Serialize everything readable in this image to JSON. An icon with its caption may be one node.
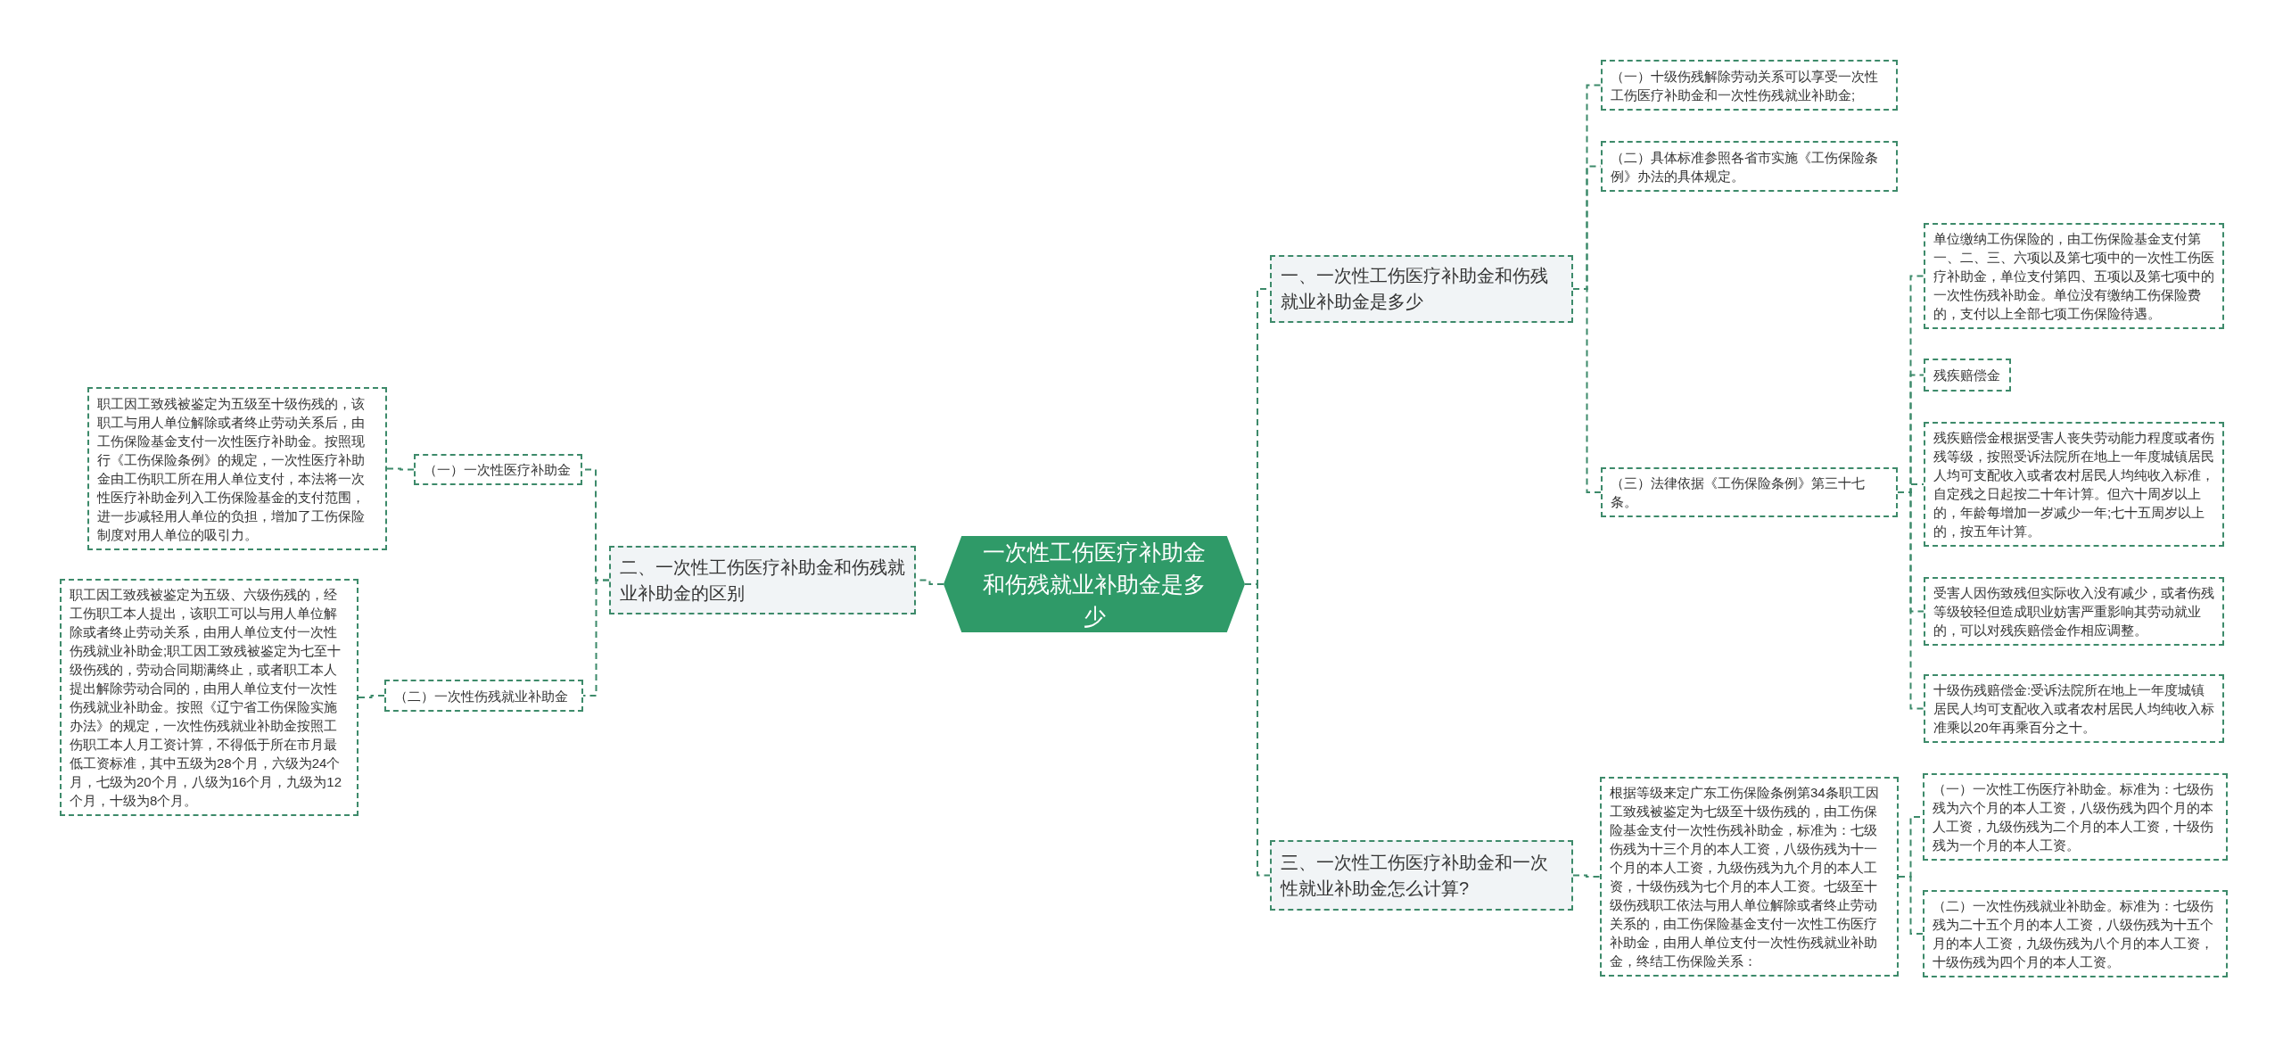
{
  "diagram": {
    "nodes": [
      {
        "text": [
          "一次性工伤医疗补助金和伤残就业补助金是多少"
        ]
      },
      {
        "text": [
          "二、一次性工伤医疗补助金和伤残就业补助金的区别"
        ]
      },
      {
        "text": [
          "（一）一次性医疗补助金"
        ]
      },
      {
        "text": [
          "职工因工致残被鉴定为五级至十级伤残的，该职工与用人单位解除或者终止劳动关系后，由工伤保险基金支付一次性医疗补助金。按照现行《工伤保险条例》的规定，一次性医疗补助金由工伤职工所在用人单位支付，本法将一次性医疗补助金列入工伤保险基金的支付范围，进一步减轻用人单位的负担，增加了工伤保险制度对用人单位的吸引力。"
        ]
      },
      {
        "text": [
          "（二）一次性伤残就业补助金"
        ]
      },
      {
        "text": [
          "职工因工致残被鉴定为五级、六级伤残的，经工伤职工本人提出，该职工可以与用人单位解除或者终止劳动关系，由用人单位支付一次性伤残就业补助金;职工因工致残被鉴定为七至十级伤残的，劳动合同期满终止，或者职工本人提出解除劳动合同的，由用人单位支付一次性伤残就业补助金。按照《辽宁省工伤保险实施办法》的规定，一次性伤残就业补助金按照工伤职工本人月工资计算，不得低于所在市月最低工资标准，其中五级为28个月，六级为24个月，七级为20个月，八级为16个月，九级为12个月，十级为8个月。"
        ]
      },
      {
        "text": [
          "一、一次性工伤医疗补助金和伤残就业补助金是多少"
        ]
      },
      {
        "text": [
          "（一）十级伤残解除劳动关系可以享受一次性工伤医疗补助金和一次性伤残就业补助金;"
        ]
      },
      {
        "text": [
          "（二）具体标准参照各省市实施《工伤保险条例》办法的具体规定。"
        ]
      },
      {
        "text": [
          "（三）法律依据《工伤保险条例》第三十七条。"
        ]
      },
      {
        "text": [
          "单位缴纳工伤保险的，由工伤保险基金支付第一、二、三、六项以及第七项中的一次性工伤医疗补助金，单位支付第四、五项以及第七项中的一次性伤残补助金。单位没有缴纳工伤保险费的，支付以上全部七项工伤保险待遇。"
        ]
      },
      {
        "text": [
          "残疾赔偿金"
        ]
      },
      {
        "text": [
          "残疾赔偿金根据受害人丧失劳动能力程度或者伤残等级，按照受诉法院所在地上一年度城镇居民人均可支配收入或者农村居民人均纯收入标准，自定残之日起按二十年计算。但六十周岁以上的，年龄每增加一岁减少一年;七十五周岁以上的，按五年计算。"
        ]
      },
      {
        "text": [
          "受害人因伤致残但实际收入没有减少，或者伤残等级较轻但造成职业妨害严重影响其劳动就业的，可以对残疾赔偿金作相应调整。"
        ]
      },
      {
        "text": [
          "十级伤残赔偿金:受诉法院所在地上一年度城镇居民人均可支配收入或者农村居民人均纯收入标准乘以20年再乘百分之十。"
        ]
      },
      {
        "text": [
          "三、一次性工伤医疗补助金和一次性就业补助金怎么计算?"
        ]
      },
      {
        "text": [
          "根据等级来定广东工伤保险条例第34条职工因工致残被鉴定为七级至十级伤残的，由工伤保险基金支付一次性伤残补助金，标准为：七级伤残为十三个月的本人工资，八级伤残为十一个月的本人工资，九级伤残为九个月的本人工资，十级伤残为七个月的本人工资。七级至十级伤残职工依法与用人单位解除或者终止劳动关系的，由工伤保险基金支付一次性工伤医疗补助金，由用人单位支付一次性伤残就业补助金，终结工伤保险关系："
        ]
      },
      {
        "text": [
          "（一）一次性工伤医疗补助金。标准为：七级伤残为六个月的本人工资，八级伤残为四个月的本人工资，九级伤残为二个月的本人工资，十级伤残为一个月的本人工资。"
        ]
      },
      {
        "text": [
          "（二）一次性伤残就业补助金。标准为：七级伤残为二十五个月的本人工资，八级伤残为十五个月的本人工资，九级伤残为八个月的本人工资，十级伤残为四个月的本人工资。"
        ]
      }
    ],
    "edges": [
      {
        "from": 0,
        "to": 1,
        "arrow": "none"
      },
      {
        "from": 1,
        "to": 2,
        "arrow": "none"
      },
      {
        "from": 2,
        "to": 3,
        "arrow": "none"
      },
      {
        "from": 1,
        "to": 4,
        "arrow": "none"
      },
      {
        "from": 4,
        "to": 5,
        "arrow": "none"
      },
      {
        "from": 0,
        "to": 6,
        "arrow": "none"
      },
      {
        "from": 6,
        "to": 7,
        "arrow": "none"
      },
      {
        "from": 6,
        "to": 8,
        "arrow": "none"
      },
      {
        "from": 6,
        "to": 9,
        "arrow": "none"
      },
      {
        "from": 9,
        "to": 10,
        "arrow": "none"
      },
      {
        "from": 9,
        "to": 11,
        "arrow": "none"
      },
      {
        "from": 9,
        "to": 12,
        "arrow": "none"
      },
      {
        "from": 9,
        "to": 13,
        "arrow": "none"
      },
      {
        "from": 9,
        "to": 14,
        "arrow": "none"
      },
      {
        "from": 0,
        "to": 15,
        "arrow": "none"
      },
      {
        "from": 15,
        "to": 16,
        "arrow": "none"
      },
      {
        "from": 16,
        "to": 17,
        "arrow": "none"
      },
      {
        "from": 16,
        "to": 18,
        "arrow": "none"
      }
    ]
  }
}
